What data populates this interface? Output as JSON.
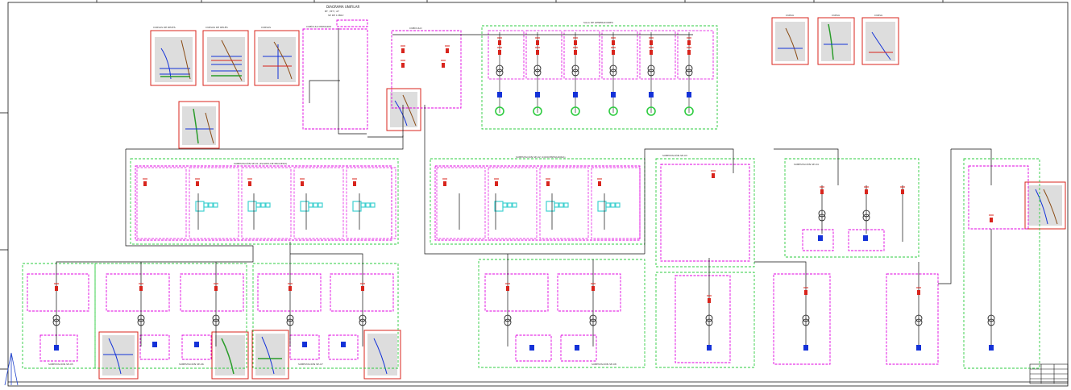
{
  "header": {
    "center_title_lines": [
      "DIAGRAMA UNIFILAR",
      "BT / MT / AT",
      "SE DE 138kV"
    ]
  },
  "top_boxes": [
    {
      "id": "curva-panels",
      "labels": [
        "CURVAS DE RELÉS",
        "CURVAS DE RELÉS",
        "CURVAS"
      ]
    },
    {
      "id": "cfp",
      "label": "CUBÍCULO PRIMARIO"
    },
    {
      "id": "cubic",
      "label": "CUBÍCULO"
    },
    {
      "id": "sala",
      "label": "SALA DE GENERADORES"
    }
  ],
  "top_right_labels": [
    "CURVA",
    "CURVA",
    "CURVA"
  ],
  "subst_titles": [
    "SUBESTACIÓN SE-01 (PLANTA DE PROCESO)",
    "SUBESTACIÓN SE-02 (CONCENTRADORA)",
    "SUBESTACIÓN SE-03",
    "SUBESTACIÓN SE-04"
  ],
  "bottom_labels": [
    "SUBESTACIÓN SE-05",
    "SUBESTACIÓN SE-06",
    "SUBESTACIÓN SE-07",
    "SUBESTACIÓN SE-08"
  ],
  "colors": {
    "green": "#2ecc40",
    "magenta": "#e000e0",
    "red": "#d8241c",
    "blue": "#1432d8",
    "teal": "#40d0d0",
    "line": "#111111"
  }
}
